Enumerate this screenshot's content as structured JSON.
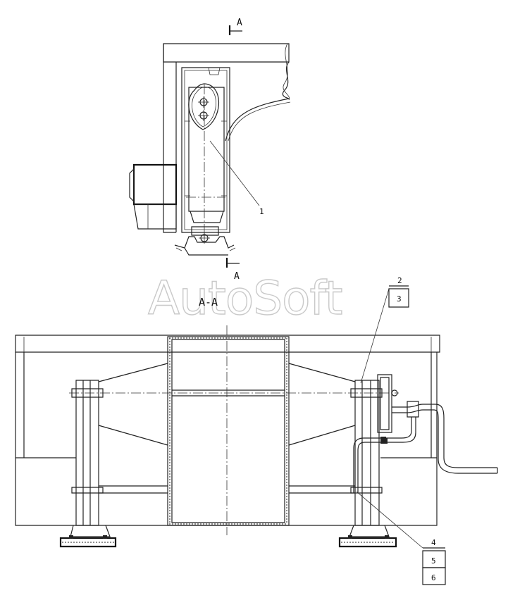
{
  "section_marks": {
    "top": "A",
    "bottom": "A",
    "view_title": "A-A"
  },
  "watermark": "AutoSoft",
  "callouts": {
    "c1": "1",
    "c2": "2",
    "c3": "3",
    "c4": "4",
    "c5": "5",
    "c6": "6"
  },
  "colors": {
    "line": "#222222",
    "background": "#ffffff",
    "watermark": "#c9c9c9"
  }
}
